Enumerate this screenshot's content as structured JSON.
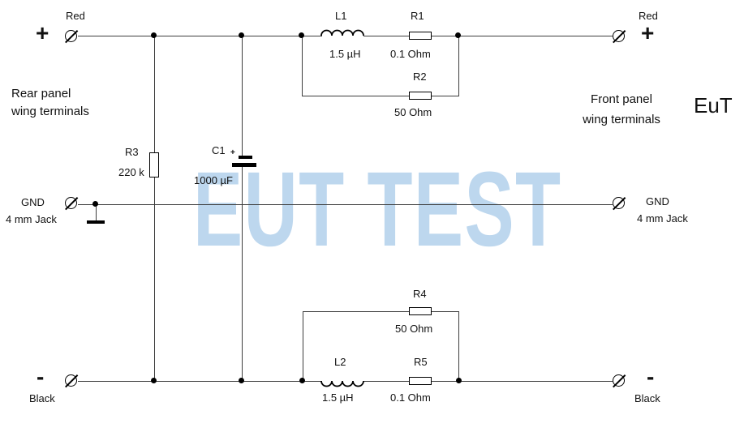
{
  "diagram": {
    "watermark_text": "EUT TEST",
    "eut_label": "EuT",
    "rear_panel_line1": "Rear panel",
    "rear_panel_line2": "wing terminals",
    "front_panel_line1": "Front panel",
    "front_panel_line2": "wing terminals"
  },
  "terminals": {
    "rear_positive": {
      "sign": "+",
      "wire_color": "Red"
    },
    "rear_ground": {
      "name": "GND",
      "jack": "4 mm Jack"
    },
    "rear_negative": {
      "sign": "-",
      "wire_color": "Black"
    },
    "front_positive": {
      "sign": "+",
      "wire_color": "Red"
    },
    "front_ground": {
      "name": "GND",
      "jack": "4 mm Jack"
    },
    "front_negative": {
      "sign": "-",
      "wire_color": "Black"
    }
  },
  "components": {
    "l1": {
      "label": "L1",
      "value": "1.5 µH"
    },
    "r1": {
      "label": "R1",
      "value": "0.1 Ohm"
    },
    "r2": {
      "label": "R2",
      "value": "50 Ohm"
    },
    "r3": {
      "label": "R3",
      "value": "220 k"
    },
    "c1": {
      "label": "C1",
      "value": "1000 µF",
      "polarity": "+"
    },
    "r4": {
      "label": "R4",
      "value": "50 Ohm"
    },
    "l2": {
      "label": "L2",
      "value": "1.5 µH"
    },
    "r5": {
      "label": "R5",
      "value": "0.1 Ohm"
    }
  },
  "colors": {
    "background": "#ffffff",
    "wire": "#3d3d3d",
    "component_stroke": "#000000",
    "watermark": "#bdd7ee",
    "text": "#111111"
  }
}
